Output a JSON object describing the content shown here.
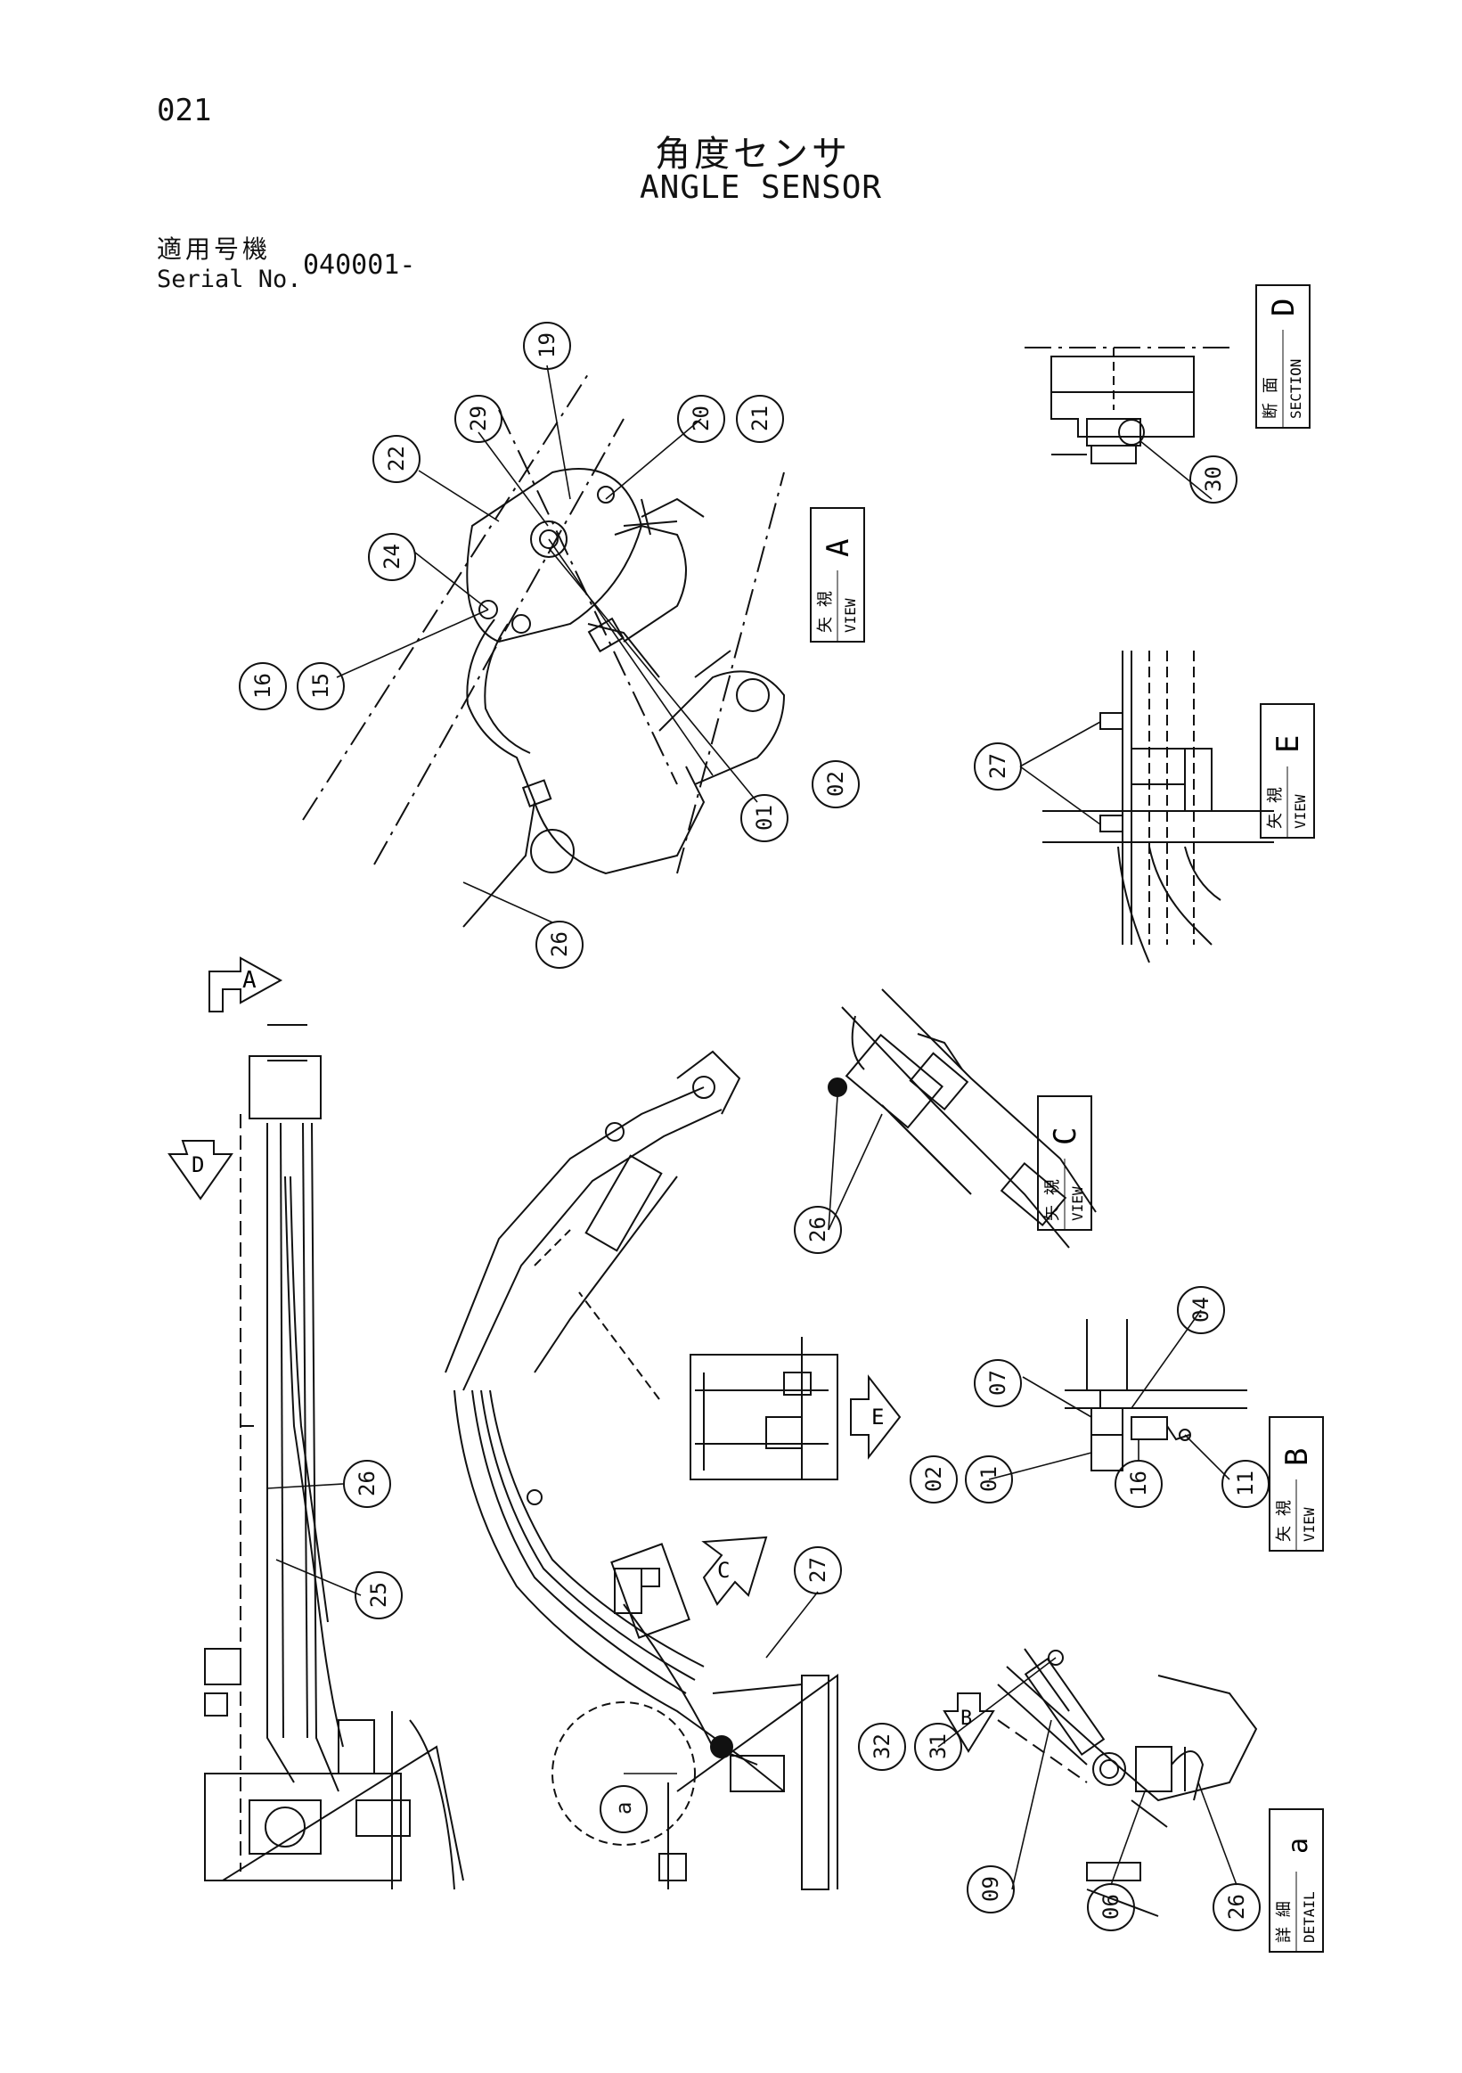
{
  "header": {
    "page_number": "021",
    "title_jp": "角度センサ",
    "title_en": "ANGLE SENSOR",
    "serial_label_jp": "適用号機",
    "serial_label_en": "Serial No.",
    "serial_value": "040001-"
  },
  "view_labels": {
    "view_a": {
      "jp": "矢 視",
      "en": "VIEW",
      "letter": "A"
    },
    "view_b": {
      "jp": "矢 視",
      "en": "VIEW",
      "letter": "B"
    },
    "view_c": {
      "jp": "矢 視",
      "en": "VIEW",
      "letter": "C"
    },
    "view_e": {
      "jp": "矢 視",
      "en": "VIEW",
      "letter": "E"
    },
    "section_d": {
      "jp": "断 面",
      "en": "SECTION",
      "letter": "D"
    },
    "detail_a": {
      "jp": "詳 細",
      "en": "DETAIL",
      "letter": "a"
    }
  },
  "arrow_labels": {
    "a": "A",
    "b": "B",
    "c": "C",
    "d": "D",
    "e": "E"
  },
  "callouts": {
    "view_a": [
      "19",
      "29",
      "20",
      "21",
      "22",
      "24",
      "16",
      "15",
      "02",
      "01",
      "26"
    ],
    "section_d": [
      "30"
    ],
    "view_e": [
      "27"
    ],
    "view_c": [
      "26"
    ],
    "view_b": [
      "04",
      "07",
      "02",
      "01",
      "16",
      "11"
    ],
    "main_side": [
      "26",
      "25"
    ],
    "main_boom": [
      "27",
      "a"
    ],
    "detail_a": [
      "32",
      "31",
      "09",
      "06",
      "26"
    ]
  }
}
